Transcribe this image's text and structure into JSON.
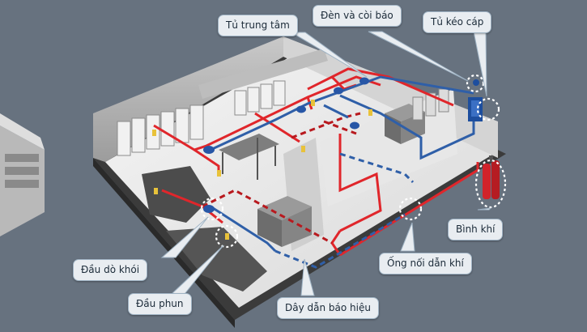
{
  "labels": {
    "central_cabinet": "Tủ trung tâm",
    "lights_sirens": "Đèn và còi báo",
    "cable_pull_cabinet": "Tủ kéo cáp",
    "gas_cylinder": "Bình khí",
    "gas_pipe": "Ống nối dẫn khí",
    "signal_wire": "Dây dẫn báo hiệu",
    "smoke_detector": "Đầu dò khói",
    "nozzle": "Đầu phun"
  },
  "colors": {
    "background": "#67727f",
    "gas_pipe": "#e0262b",
    "signal_wire": "#2f5fa8",
    "callout_bg": "#e9edf1",
    "callout_border": "#9fb3c4",
    "marker_ring": "#ffffff"
  }
}
